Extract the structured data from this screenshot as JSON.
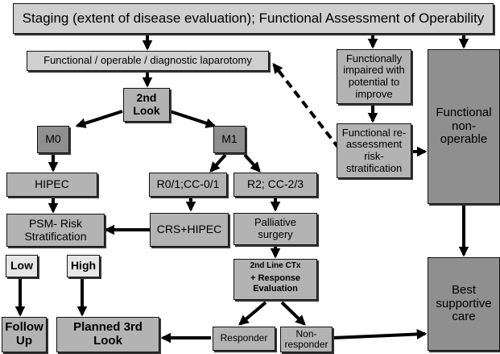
{
  "nodes": {
    "staging": "Staging (extent of disease evaluation); Functional Assessment of Operability",
    "laparotomy": "Functional / operable / diagnostic laparotomy",
    "second_look": "2nd Look",
    "m0": "M0",
    "m1": "M1",
    "hipec": "HIPEC",
    "r01": "R0/1;CC-0/1",
    "r2": "R2; CC-2/3",
    "psm": "PSM- Risk Stratification",
    "crs": "CRS+HIPEC",
    "palliative": "Palliative surgery",
    "low": "Low",
    "high": "High",
    "ctx_line1": "2nd Line CTx",
    "ctx_line2": "+ Response Evaluation",
    "follow_up": "Follow Up",
    "planned": "Planned 3rd Look",
    "responder": "Responder",
    "non_responder": "Non-responder",
    "impaired": "Functionally impaired with potential to improve",
    "reassess": "Functional re-assessment risk-stratification",
    "non_operable": "Functional non-operable",
    "best_care": "Best supportive care"
  }
}
